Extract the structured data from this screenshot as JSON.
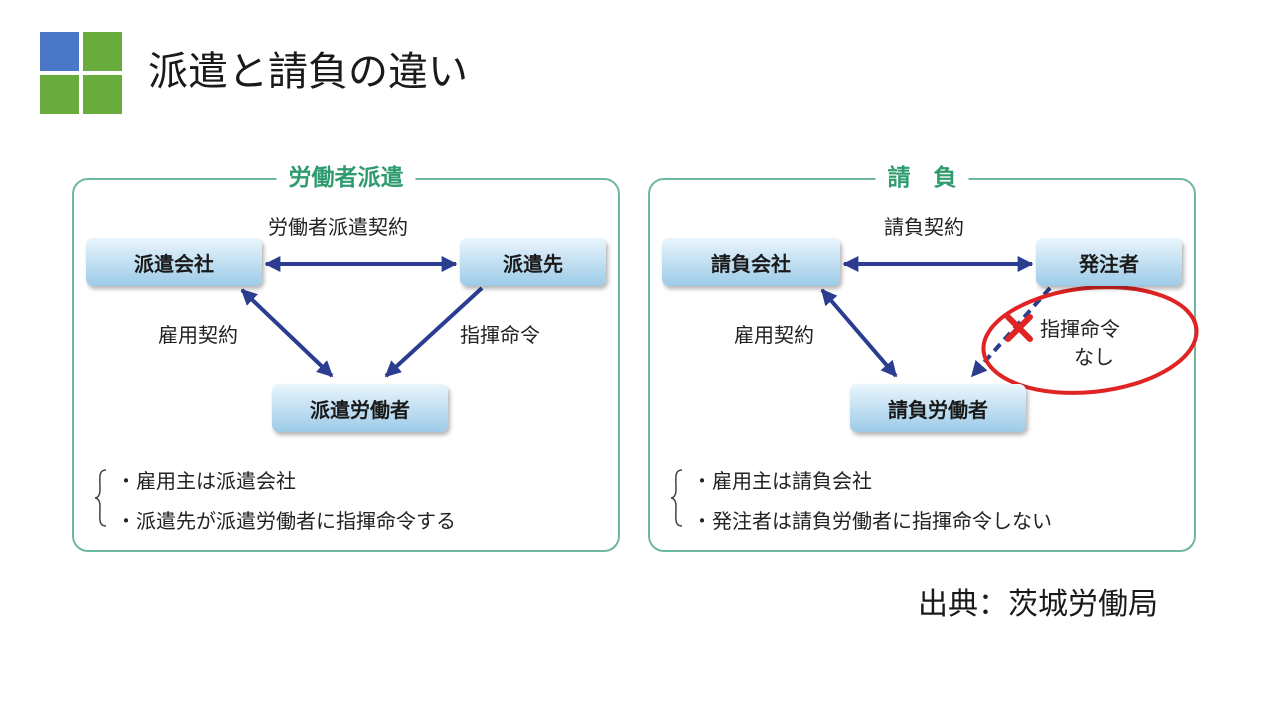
{
  "slide": {
    "title": "派遣と請負の違い",
    "source": "出典：茨城労働局"
  },
  "dispatch": {
    "title": "労働者派遣",
    "nodes": {
      "company": "派遣会社",
      "client": "派遣先",
      "worker": "派遣労働者"
    },
    "labels": {
      "contract": "労働者派遣契約",
      "employment": "雇用契約",
      "command": "指揮命令"
    },
    "notes": [
      "・雇用主は派遣会社",
      "・派遣先が派遣労働者に指揮命令する"
    ]
  },
  "contracting": {
    "title": "請　負",
    "nodes": {
      "company": "請負会社",
      "client": "発注者",
      "worker": "請負労働者"
    },
    "labels": {
      "contract": "請負契約",
      "employment": "雇用契約",
      "command_line1": "指揮命令",
      "command_line2": "なし"
    },
    "notes": [
      "・雇用主は請負会社",
      "・発注者は請負労働者に指揮命令しない"
    ]
  },
  "colors": {
    "arrow": "#2a3d91",
    "border": "#6fb8a0",
    "panel_title": "#2f9c6f",
    "highlight": "#e02424",
    "cross": "#e02424"
  }
}
